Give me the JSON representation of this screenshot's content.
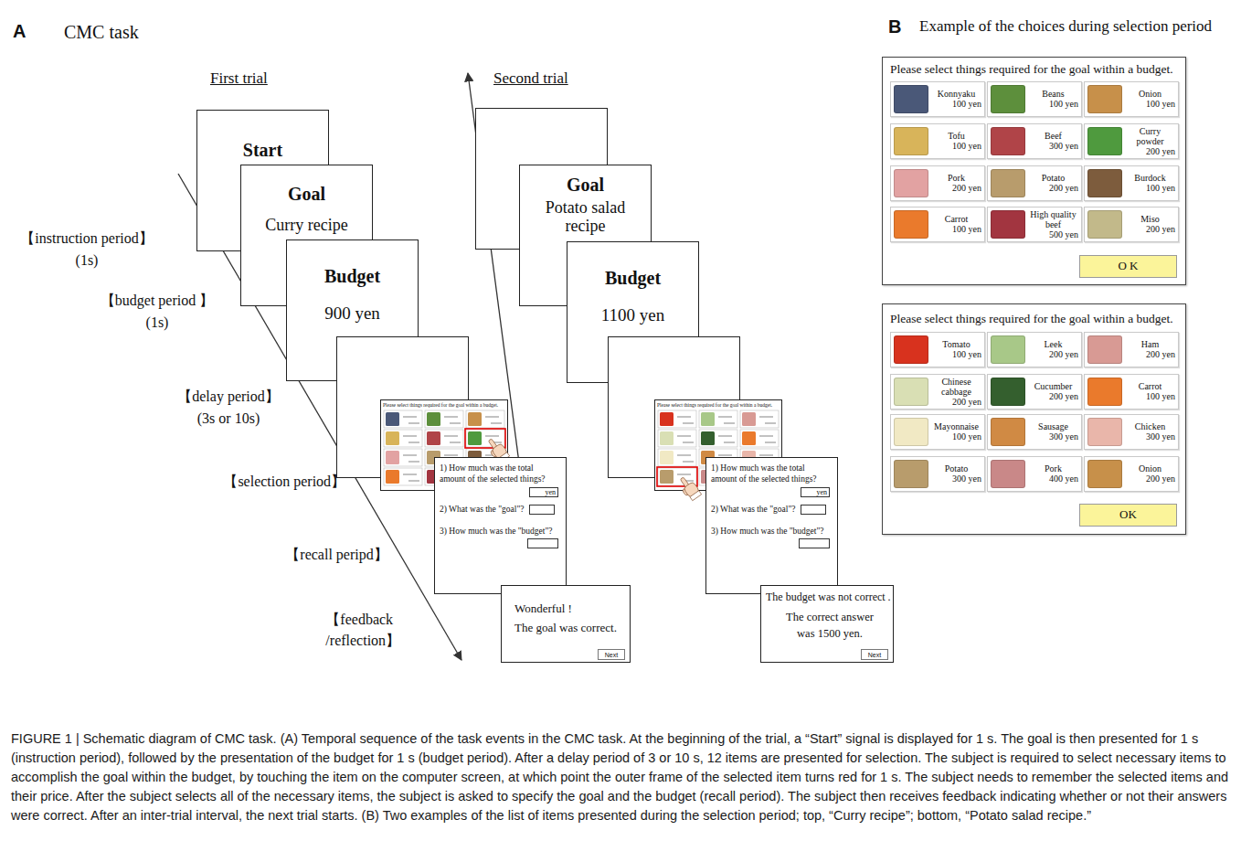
{
  "diagram": {
    "caption": "FIGURE 1 | Schematic diagram of CMC task. (A) Temporal sequence of the task events in the CMC task. At the beginning of the trial, a “Start” signal is displayed for 1 s. The goal is then presented for 1 s (instruction period), followed by the presentation of the budget for 1 s (budget period). After a delay period of 3 or 10 s, 12 items are presented for selection. The subject is required to select necessary items to accomplish the goal within the budget, by touching the item on the computer screen, at which point the outer frame of the selected item turns red for 1 s. The subject needs to remember the selected items and their price. After the subject selects all of the necessary items, the subject is asked to specify the goal and the budget (recall period). The subject then receives feedback indicating whether or not their answers were correct. After an inter-trial interval, the next trial starts. (B) Two examples of the list of items presented during the selection period; top, “Curry recipe”; bottom, “Potato salad recipe.”",
    "nodes": [
      {
        "text": [
          "Start"
        ]
      },
      {
        "text": [
          "Goal",
          "Curry recipe"
        ]
      },
      {
        "text": [
          "Budget",
          "900 yen"
        ]
      },
      {
        "text": [
          "Please select things required for the goal within a budget."
        ]
      },
      {
        "text": [
          "1) How much was the total amount of the selected things?",
          "yen",
          "2) What was the \"goal\"?",
          "3) How much was the \"budget\"?"
        ]
      },
      {
        "text": [
          "Wonderful !",
          "The goal was correct."
        ]
      },
      {
        "text": [
          "Next"
        ],
        "in": 5
      },
      {
        "text": [
          "Goal",
          "Potato salad recipe"
        ]
      },
      {
        "text": [
          "Budget",
          "1100 yen"
        ]
      },
      {
        "text": [
          "Please select things required for the goal within a budget."
        ]
      },
      {
        "text": [
          "1) How much was the total amount of the selected things?",
          "yen",
          "2) What was the \"goal\"?",
          "3) How much was the \"budget\"?"
        ]
      },
      {
        "text": [
          "The budget was not correct .",
          "The correct answer was 1500 yen."
        ]
      },
      {
        "text": [
          "Next"
        ],
        "in": 11
      },
      {
        "text": [
          "Please select things required for the goal within a budget."
        ]
      },
      {
        "text": [
          "Konnyaku",
          "100 yen"
        ],
        "in": 13
      },
      {
        "text": [
          "Beans",
          "100 yen"
        ],
        "in": 13
      },
      {
        "text": [
          "Onion",
          "100 yen"
        ],
        "in": 13
      },
      {
        "text": [
          "Tofu",
          "100 yen"
        ],
        "in": 13
      },
      {
        "text": [
          "Beef",
          "300 yen"
        ],
        "in": 13
      },
      {
        "text": [
          "Curry powder",
          "200 yen"
        ],
        "in": 13
      },
      {
        "text": [
          "Pork",
          "200 yen"
        ],
        "in": 13
      },
      {
        "text": [
          "Potato",
          "200 yen"
        ],
        "in": 13
      },
      {
        "text": [
          "Burdock",
          "100 yen"
        ],
        "in": 13
      },
      {
        "text": [
          "Carrot",
          "100 yen"
        ],
        "in": 13
      },
      {
        "text": [
          "High quality beef",
          "500 yen"
        ],
        "in": 13
      },
      {
        "text": [
          "Miso",
          "200 yen"
        ],
        "in": 13
      },
      {
        "text": [
          "O K"
        ],
        "in": 13
      },
      {
        "text": [
          "Please select things required for the goal within a budget."
        ]
      },
      {
        "text": [
          "Tomato",
          "100 yen"
        ],
        "in": 27
      },
      {
        "text": [
          "Leek",
          "200 yen"
        ],
        "in": 27
      },
      {
        "text": [
          "Ham",
          "200 yen"
        ],
        "in": 27
      },
      {
        "text": [
          "Chinese cabbage",
          "200 yen"
        ],
        "in": 27
      },
      {
        "text": [
          "Cucumber",
          "200 yen"
        ],
        "in": 27
      },
      {
        "text": [
          "Carrot",
          "100 yen"
        ],
        "in": 27
      },
      {
        "text": [
          "Mayonnaise",
          "100 yen"
        ],
        "in": 27
      },
      {
        "text": [
          "Sausage",
          "300 yen"
        ],
        "in": 27
      },
      {
        "text": [
          "Chicken",
          "300 yen"
        ],
        "in": 27
      },
      {
        "text": [
          "Potato",
          "300 yen"
        ],
        "in": 27
      },
      {
        "text": [
          "Pork",
          "400 yen"
        ],
        "in": 27
      },
      {
        "text": [
          "Onion",
          "200 yen"
        ],
        "in": 27
      },
      {
        "text": [
          "OK"
        ],
        "in": 27
      }
    ],
    "labels": [
      "A",
      "CMC task",
      "First trial",
      "Second trial",
      "【instruction period】",
      "(1s)",
      "【budget period 】",
      "(1s)",
      "【delay period】",
      "(3s or 10s)",
      "【selection period】",
      "【recall peripd】",
      "【feedback /reflection】",
      "B",
      "Example of the choices during selection period"
    ]
  }
}
